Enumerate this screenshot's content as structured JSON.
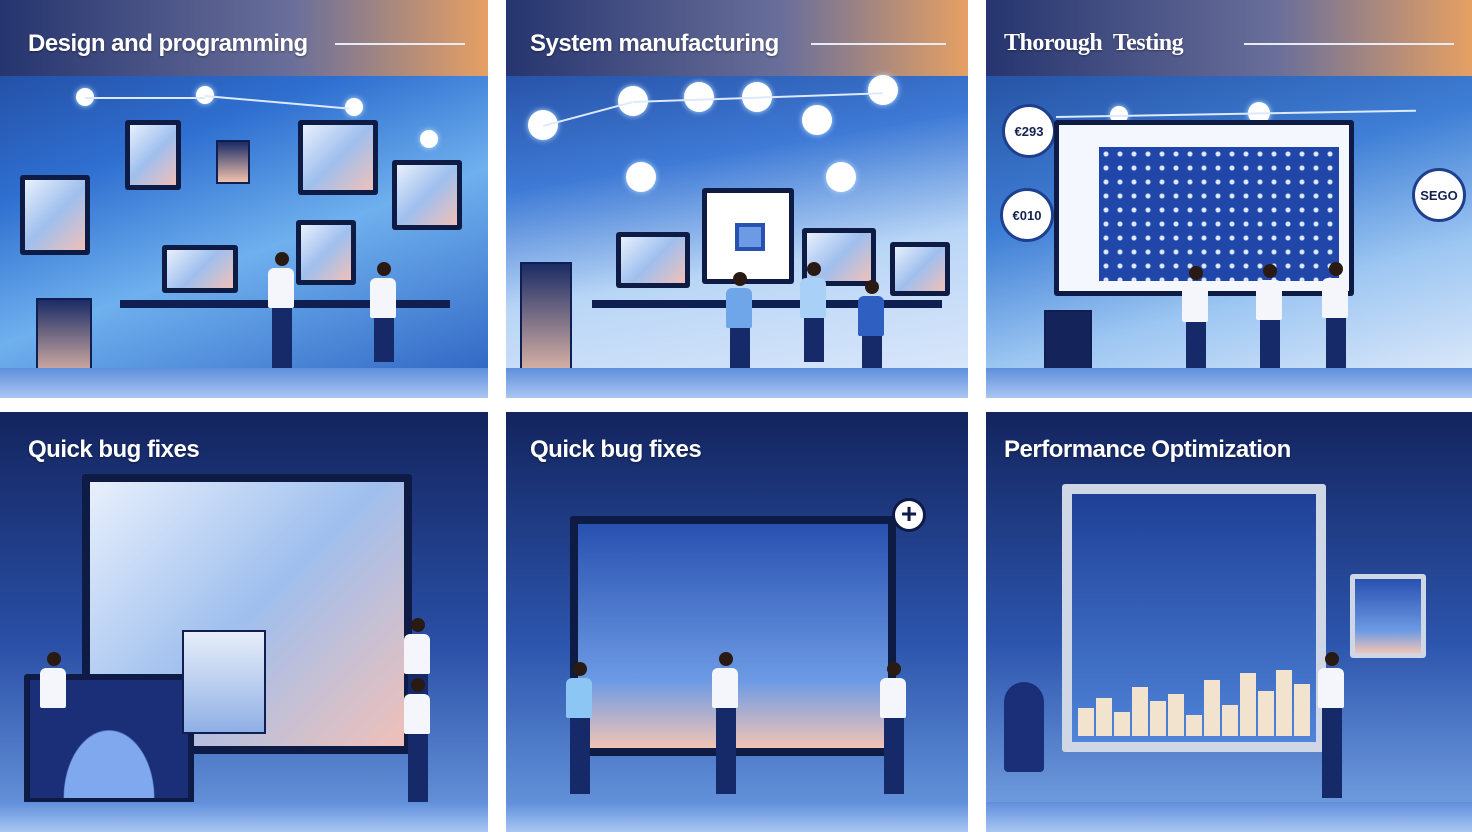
{
  "panels": [
    {
      "title": "Design and programming"
    },
    {
      "title": "System manufacturing"
    },
    {
      "title": "Thorough  Testing",
      "badges": [
        "€293",
        "€010",
        "SEGO"
      ]
    },
    {
      "title": "Quick bug fixes"
    },
    {
      "title": "Quick bug fixes"
    },
    {
      "title": "Performance Optimization"
    }
  ]
}
